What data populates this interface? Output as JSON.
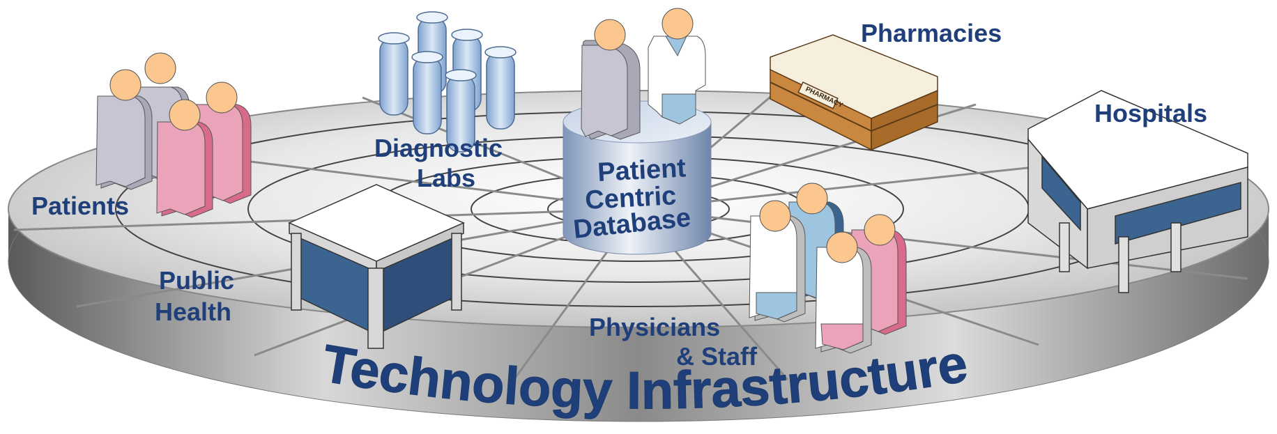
{
  "labels": {
    "patients": "Patients",
    "diagnostic_line1": "Diagnostic",
    "diagnostic_line2": "Labs",
    "pharmacies": "Pharmacies",
    "hospitals": "Hospitals",
    "public_health_line1": "Public",
    "public_health_line2": "Health",
    "physicians_line1": "Physicians",
    "physicians_line2": "& Staff",
    "database_line1": "Patient",
    "database_line2": "Centric",
    "database_line3": "Database",
    "base": "Technology Infrastructure",
    "pharmacy_sign": "PHARMACY"
  },
  "colors": {
    "label_blue": "#1f3f7a",
    "skin": "#fbc78e",
    "gray_person": "#c0bfcc",
    "pink_person": "#eaa3b8",
    "building_blue": "#3b6491",
    "pharmacy_brown": "#c9873f",
    "test_tube": "#a8c4e2"
  },
  "icons": [
    "patients-group-icon",
    "test-tubes-icon",
    "pharmacy-building-icon",
    "hospital-building-icon",
    "public-health-building-icon",
    "physicians-staff-icon",
    "database-cylinder-icon"
  ]
}
